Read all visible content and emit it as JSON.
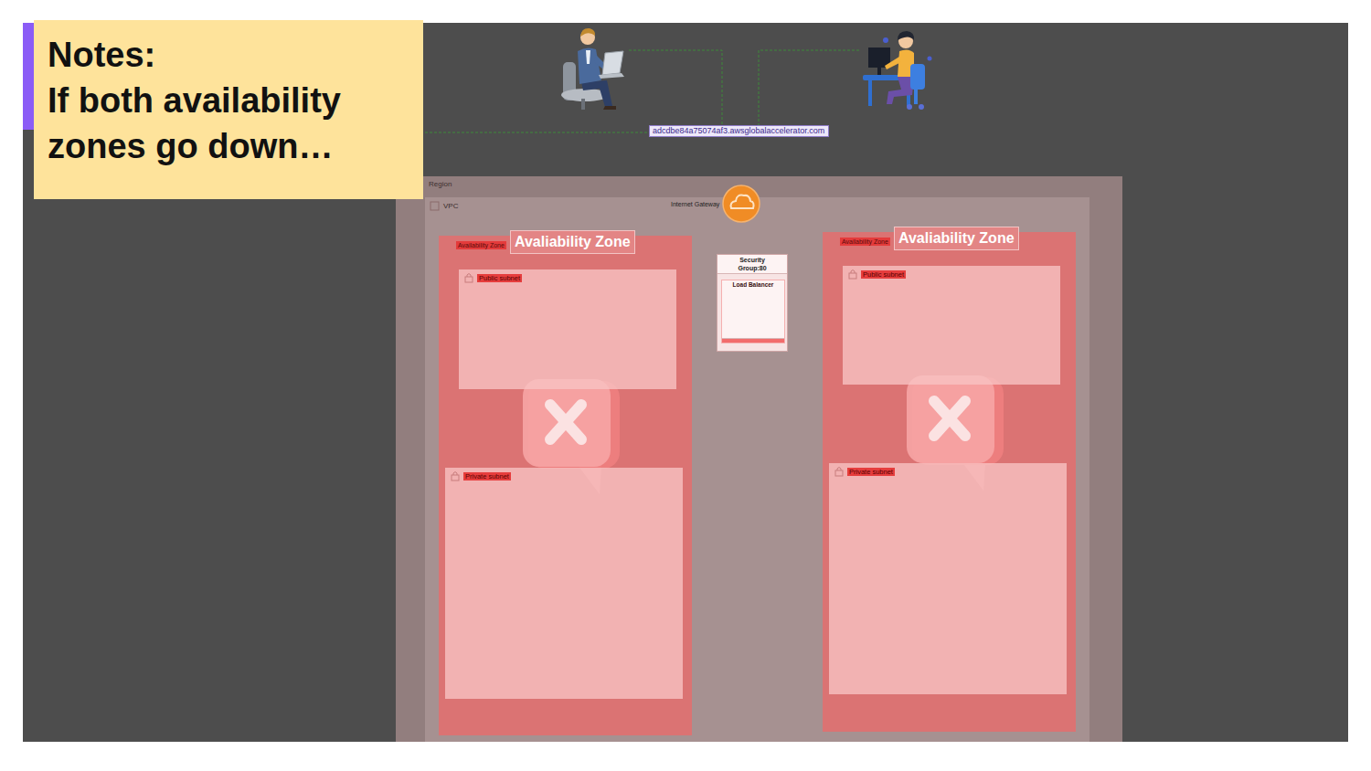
{
  "diagram": {
    "nodes": [
      {
        "text": [
          "Notes:",
          "If both availability zones go down…"
        ]
      },
      {
        "text": [
          "adcdbe84a75074af3.awsglobalaccelerator.com"
        ]
      },
      {
        "text": [
          "Region"
        ]
      },
      {
        "text": [
          "VPC"
        ],
        "in": 2
      },
      {
        "text": [
          "Internet Gateway"
        ],
        "in": 3
      },
      {
        "text": [
          "Availability Zone",
          "Avaliability Zone"
        ],
        "in": 3
      },
      {
        "text": [
          "Public subnet"
        ],
        "in": 5
      },
      {
        "text": [
          "Private subnet"
        ],
        "in": 5
      },
      {
        "text": [
          "Security Group:80"
        ],
        "in": 3
      },
      {
        "text": [
          "Load Balancer"
        ],
        "in": 8
      },
      {
        "text": [
          "Availability Zone",
          "Avaliability Zone"
        ],
        "in": 3
      },
      {
        "text": [
          "Public subnet"
        ],
        "in": 10
      },
      {
        "text": [
          "Private subnet"
        ],
        "in": 10
      }
    ]
  }
}
